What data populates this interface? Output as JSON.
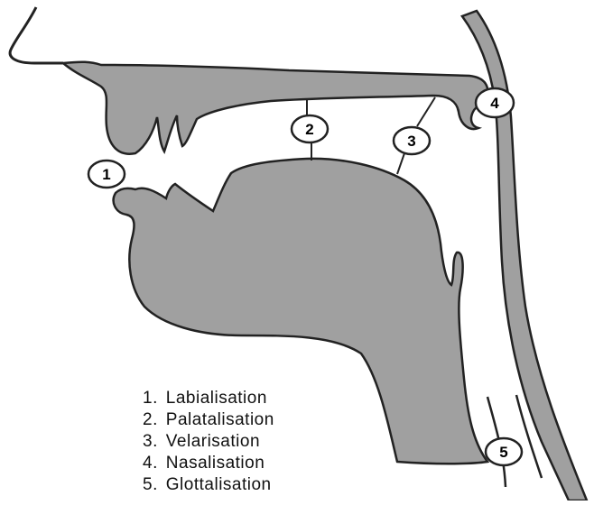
{
  "colors": {
    "tissue": "#a0a0a0",
    "outline": "#222222",
    "marker_fill": "#ffffff"
  },
  "markers": [
    {
      "id": "1",
      "label": "1"
    },
    {
      "id": "2",
      "label": "2"
    },
    {
      "id": "3",
      "label": "3"
    },
    {
      "id": "4",
      "label": "4"
    },
    {
      "id": "5",
      "label": "5"
    }
  ],
  "legend": [
    {
      "number": "1.",
      "text": "Labialisation"
    },
    {
      "number": "2.",
      "text": "Palatalisation"
    },
    {
      "number": "3.",
      "text": "Velarisation"
    },
    {
      "number": "4.",
      "text": "Nasalisation"
    },
    {
      "number": "5.",
      "text": "Glottalisation"
    }
  ]
}
